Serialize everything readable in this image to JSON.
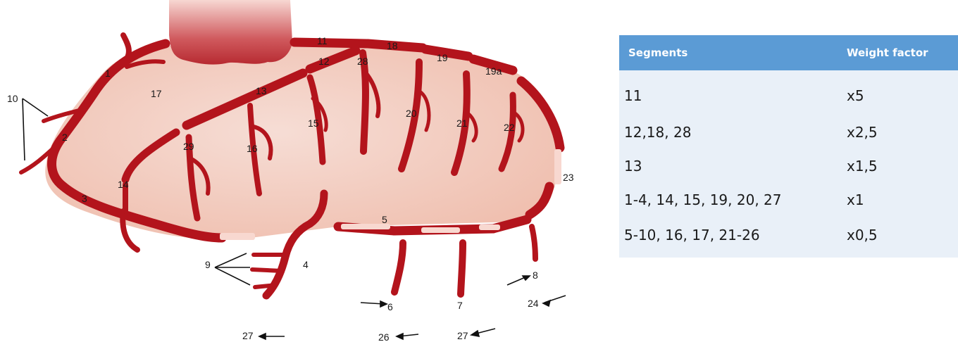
{
  "diagram": {
    "labels": {
      "s1": "1",
      "s2": "2",
      "s3": "3",
      "s4": "4",
      "s5": "5",
      "s6": "6",
      "s7": "7",
      "s8": "8",
      "s9": "9",
      "s10": "10",
      "s11": "11",
      "s12": "12",
      "s13": "13",
      "s14": "14",
      "s15": "15",
      "s16": "16",
      "s17": "17",
      "s18": "18",
      "s19": "19",
      "s19a": "19a",
      "s20": "20",
      "s21": "21",
      "s22": "22",
      "s23": "23",
      "s24": "24",
      "s26": "26",
      "s27a": "27",
      "s27b": "27",
      "s28": "28",
      "s29": "29"
    },
    "colors": {
      "myocardium": "#f3c7bb",
      "vessel": "#b3141c",
      "aorta": "#c73a40",
      "pointer": "#111111"
    }
  },
  "table": {
    "headers": {
      "segments": "Segments",
      "weight": "Weight factor"
    },
    "rows": [
      {
        "segments": "11",
        "weight": "x5"
      },
      {
        "segments": "12,18, 28",
        "weight": "x2,5"
      },
      {
        "segments": "13",
        "weight": "x1,5"
      },
      {
        "segments": "1-4, 14, 15, 19, 20, 27",
        "weight": "x1"
      },
      {
        "segments": "5-10, 16, 17, 21-26",
        "weight": "x0,5"
      }
    ],
    "colors": {
      "header_bg": "#5b9bd5",
      "body_bg": "#e9f0f8"
    }
  }
}
